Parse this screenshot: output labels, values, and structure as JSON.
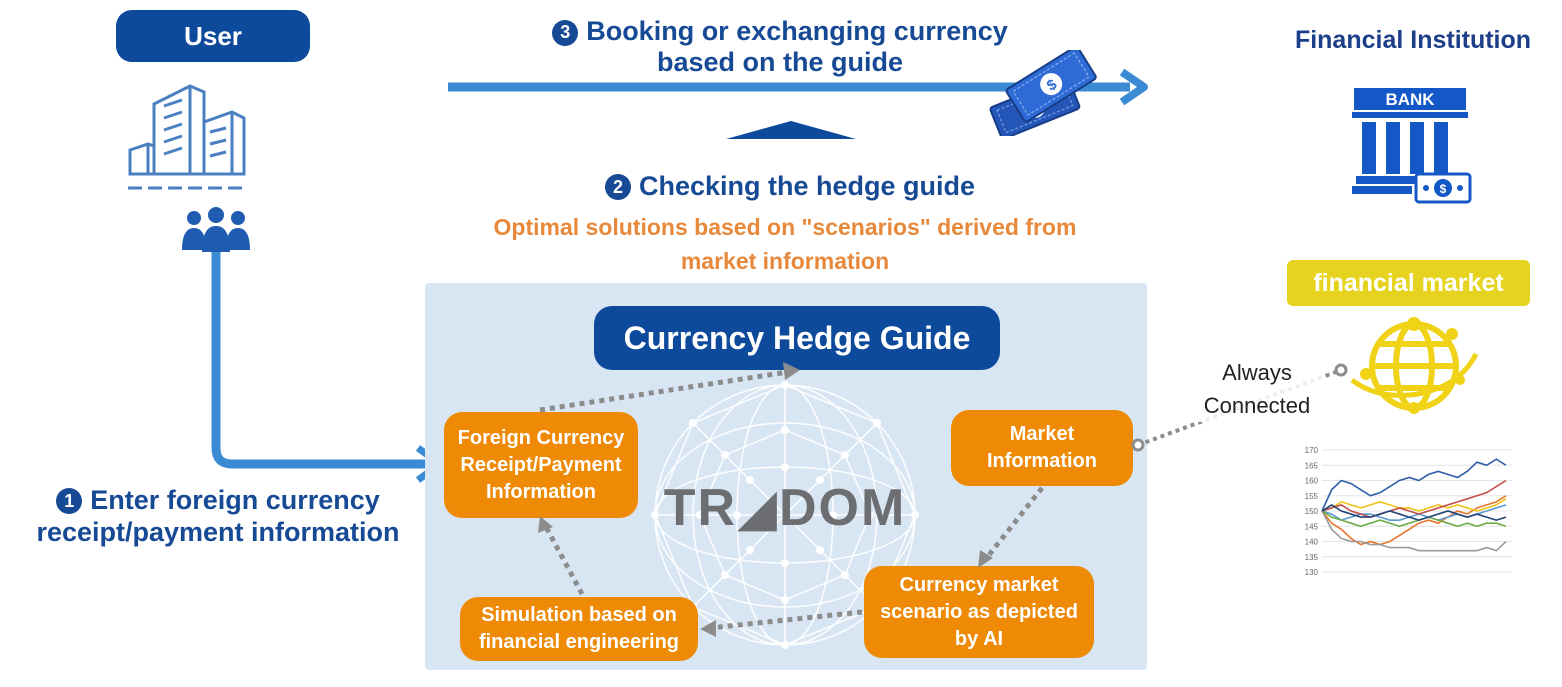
{
  "user": {
    "label": "User"
  },
  "institution": {
    "title": "Financial Institution",
    "bank_sign": "BANK"
  },
  "market": {
    "label": "financial market",
    "connection_label_line1": "Always",
    "connection_label_line2": "Connected"
  },
  "step1": {
    "number": "1",
    "line1": "Enter foreign currency",
    "line2": "receipt/payment information"
  },
  "step2": {
    "number": "2",
    "title": "Checking the hedge guide",
    "subtitle_line1": "Optimal solutions based on \"scenarios\" derived from",
    "subtitle_line2": "market information"
  },
  "step3": {
    "number": "3",
    "line1": "Booking or exchanging currency",
    "line2": "based on the guide"
  },
  "guide": {
    "title": "Currency Hedge Guide",
    "logo": "TR◢DOM",
    "boxes": {
      "foreign": [
        "Foreign Currency",
        "Receipt/Payment",
        "Information"
      ],
      "market": [
        "Market",
        "Information"
      ],
      "scenario": [
        "Currency market",
        "scenario as depicted",
        "by AI"
      ],
      "simulation": [
        "Simulation based on",
        "financial engineering"
      ]
    }
  },
  "mini_chart": {
    "y_ticks": [
      "170",
      "165",
      "160",
      "155",
      "150",
      "145",
      "140",
      "135",
      "130"
    ]
  },
  "chart_data": {
    "type": "line",
    "ylim": [
      130,
      170
    ],
    "x": [
      0,
      1,
      2,
      3,
      4,
      5,
      6,
      7,
      8,
      9,
      10,
      11,
      12,
      13,
      14,
      15,
      16,
      17,
      18,
      19
    ],
    "series": [
      {
        "color": "#2e5fa8",
        "values": [
          150,
          157,
          160,
          159,
          157,
          155,
          156,
          158,
          160,
          161,
          160,
          162,
          163,
          162,
          161,
          163,
          166,
          165,
          167,
          165
        ]
      },
      {
        "color": "#e8762a",
        "values": [
          150,
          146,
          144,
          141,
          139,
          140,
          139,
          140,
          142,
          144,
          146,
          147,
          146,
          148,
          150,
          149,
          151,
          152,
          153,
          155
        ]
      },
      {
        "color": "#9a9a9a",
        "values": [
          150,
          144,
          141,
          140,
          140,
          139,
          139,
          138,
          138,
          138,
          137,
          137,
          137,
          137,
          137,
          137,
          137,
          138,
          137,
          140
        ]
      },
      {
        "color": "#f0c419",
        "values": [
          150,
          151,
          153,
          152,
          151,
          152,
          153,
          152,
          151,
          151,
          150,
          151,
          152,
          151,
          152,
          151,
          150,
          151,
          152,
          154
        ]
      },
      {
        "color": "#5b9bd5",
        "values": [
          150,
          149,
          147,
          148,
          149,
          149,
          148,
          147,
          147,
          148,
          149,
          148,
          147,
          148,
          149,
          148,
          149,
          150,
          151,
          152
        ]
      },
      {
        "color": "#70ad47",
        "values": [
          150,
          148,
          147,
          146,
          145,
          146,
          147,
          146,
          145,
          146,
          147,
          148,
          147,
          146,
          145,
          146,
          145,
          146,
          146,
          145
        ]
      },
      {
        "color": "#c0504d",
        "values": [
          150,
          151,
          152,
          150,
          149,
          148,
          149,
          150,
          151,
          150,
          149,
          150,
          151,
          152,
          153,
          154,
          155,
          156,
          158,
          160
        ]
      },
      {
        "color": "#264478",
        "values": [
          150,
          152,
          150,
          149,
          148,
          148,
          149,
          150,
          149,
          148,
          147,
          148,
          149,
          150,
          149,
          148,
          149,
          148,
          147,
          148
        ]
      }
    ]
  }
}
